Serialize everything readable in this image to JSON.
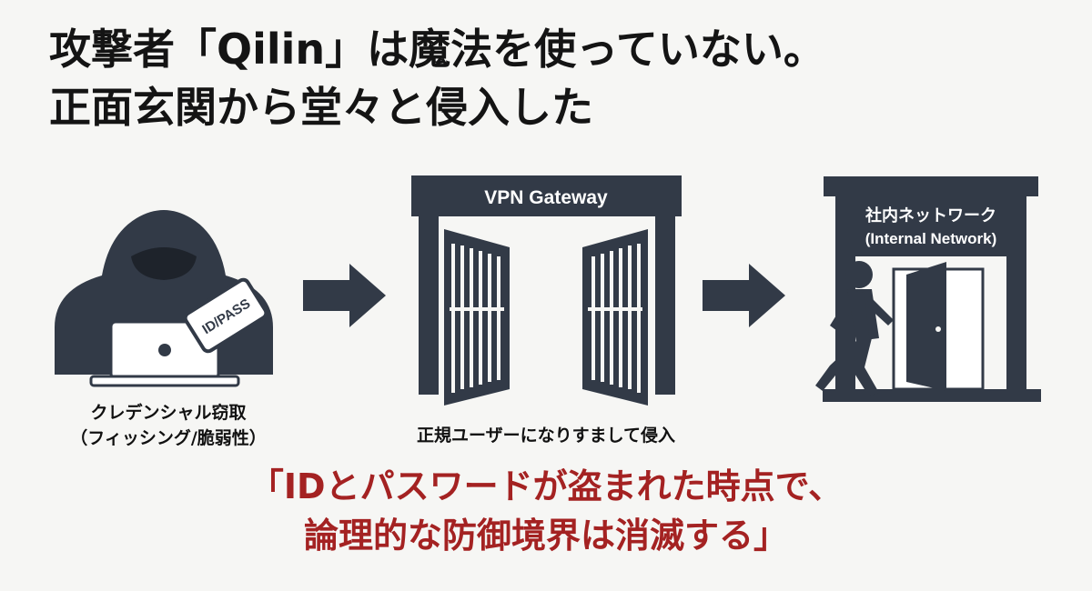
{
  "headline": {
    "line1": "攻撃者「Qilin」は魔法を使っていない。",
    "line2": "正面玄関から堂々と侵入した"
  },
  "attacker": {
    "card_label": "ID/PASS",
    "caption_line1": "クレデンシャル窃取",
    "caption_line2": "（フィッシング/脆弱性）"
  },
  "gateway": {
    "title": "VPN Gateway",
    "caption": "正規ユーザーになりすまして侵入"
  },
  "network": {
    "title_line1": "社内ネットワーク",
    "title_line2": "(Internal Network)"
  },
  "quote": {
    "line1": "「IDとパスワードが盗まれた時点で、",
    "line2": "論理的な防御境界は消滅する」"
  },
  "colors": {
    "navy": "#323a47",
    "accent_red": "#a42222",
    "background": "#f6f6f4"
  }
}
